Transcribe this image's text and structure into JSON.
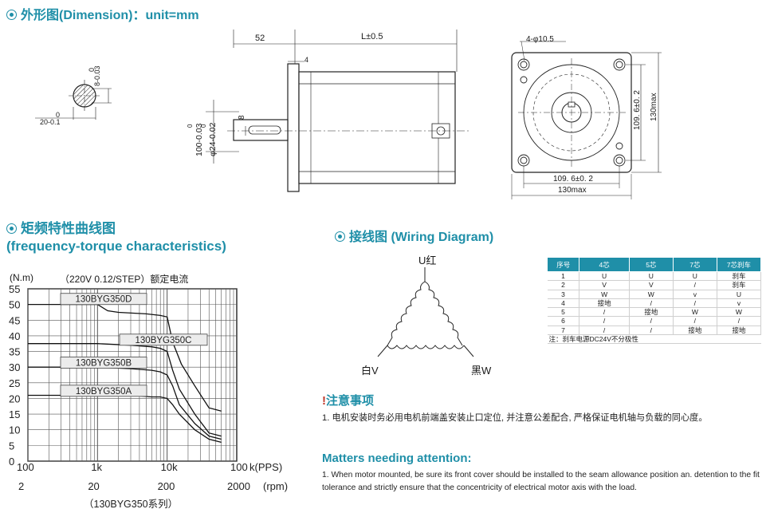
{
  "dimension": {
    "title": "外形图(Dimension)：unit=mm",
    "shaft_key_label": "20-0.1",
    "shaft_key_sup": "0",
    "shaft_h_label": "8-0.03",
    "shaft_h_sup": "0",
    "len_52": "52",
    "len_L": "L±0.5",
    "len_4": "4",
    "len_8": "8",
    "dia_100": "100-0.03",
    "dia_100_sup": "0",
    "dia_24": "φ24-0.02",
    "dia_24_sup": "0",
    "holes": "4-φ10.5",
    "pitch_v": "109. 6±0. 2",
    "max_v": "130max",
    "pitch_h": "109. 6±0. 2",
    "max_h": "130max"
  },
  "torque": {
    "title_cn": "矩频特性曲线图",
    "title_en": "(frequency-torque characteristics)",
    "unit": "(N.m)",
    "condition": "（220V 0.12/STEP）额定电流",
    "pps_label": "k(PPS)",
    "rpm_label": "(rpm)",
    "series_caption": "（130BYG350系列）"
  },
  "chart_data": {
    "type": "line",
    "xscale": "log",
    "x_ticks": [
      "100",
      "1k",
      "10k",
      "100"
    ],
    "x_ticks_rpm": [
      "2",
      "20",
      "200",
      "2000"
    ],
    "xlim": [
      100,
      100000
    ],
    "y_ticks": [
      "0",
      "5",
      "10",
      "15",
      "20",
      "25",
      "30",
      "35",
      "40",
      "45",
      "50",
      "55"
    ],
    "ylim": [
      0,
      55
    ],
    "ylabel": "(N.m)",
    "xlabel": "k(PPS)",
    "series": [
      {
        "name": "130BYG350D",
        "x": [
          100,
          1000,
          1400,
          2000,
          5000,
          8000,
          10000,
          12000,
          16000,
          25000,
          40000,
          60000
        ],
        "y": [
          50,
          50,
          48,
          47.5,
          47,
          46.5,
          46,
          38,
          31,
          24,
          17,
          16
        ]
      },
      {
        "name": "130BYG350C",
        "x": [
          100,
          1000,
          3000,
          6000,
          8000,
          10000,
          12000,
          15000,
          25000,
          40000,
          60000
        ],
        "y": [
          37.5,
          37.5,
          37,
          36.5,
          36,
          35,
          29,
          23,
          15,
          9,
          8
        ]
      },
      {
        "name": "130BYG350B",
        "x": [
          100,
          1000,
          3000,
          6000,
          8000,
          10000,
          12000,
          15000,
          25000,
          40000,
          60000
        ],
        "y": [
          30,
          30,
          29.5,
          29,
          28.5,
          27.5,
          24,
          18,
          12,
          8,
          7
        ]
      },
      {
        "name": "130BYG350A",
        "x": [
          100,
          1000,
          3000,
          6000,
          8000,
          10000,
          12000,
          15000,
          25000,
          40000,
          60000
        ],
        "y": [
          21,
          21,
          21,
          20.5,
          20.5,
          20,
          18,
          15,
          10,
          7,
          6
        ]
      }
    ]
  },
  "wiring": {
    "title": "接线图 (Wiring Diagram)",
    "label_u": "U红",
    "label_v": "白V",
    "label_w": "黑W",
    "table": {
      "headers": [
        "序号",
        "4芯",
        "5芯",
        "7芯",
        "7芯刹车"
      ],
      "rows": [
        [
          "1",
          "U",
          "U",
          "U",
          "刹车"
        ],
        [
          "2",
          "V",
          "V",
          "/",
          "刹车"
        ],
        [
          "3",
          "W",
          "W",
          "v",
          "U"
        ],
        [
          "4",
          "接地",
          "/",
          "/",
          "v"
        ],
        [
          "5",
          "/",
          "接地",
          "W",
          "W"
        ],
        [
          "6",
          "/",
          "/",
          "/",
          "/"
        ],
        [
          "7",
          "/",
          "/",
          "接地",
          "接地"
        ]
      ],
      "note": "注：刹车电源DC24V不分极性"
    }
  },
  "notes": {
    "title_cn": "注意事项",
    "mark": "!",
    "text_cn": "1. 电机安装时务必用电机前端盖安装止口定位, 并注意公差配合, 严格保证电机轴与负载的同心度。",
    "title_en": "Matters needing attention:",
    "text_en": "1. When motor mounted, be sure its front cover should be installed to the seam allowance position an. detention to the fit tolerance and strictly ensure that the concentricity of electrical motor axis with the load."
  }
}
